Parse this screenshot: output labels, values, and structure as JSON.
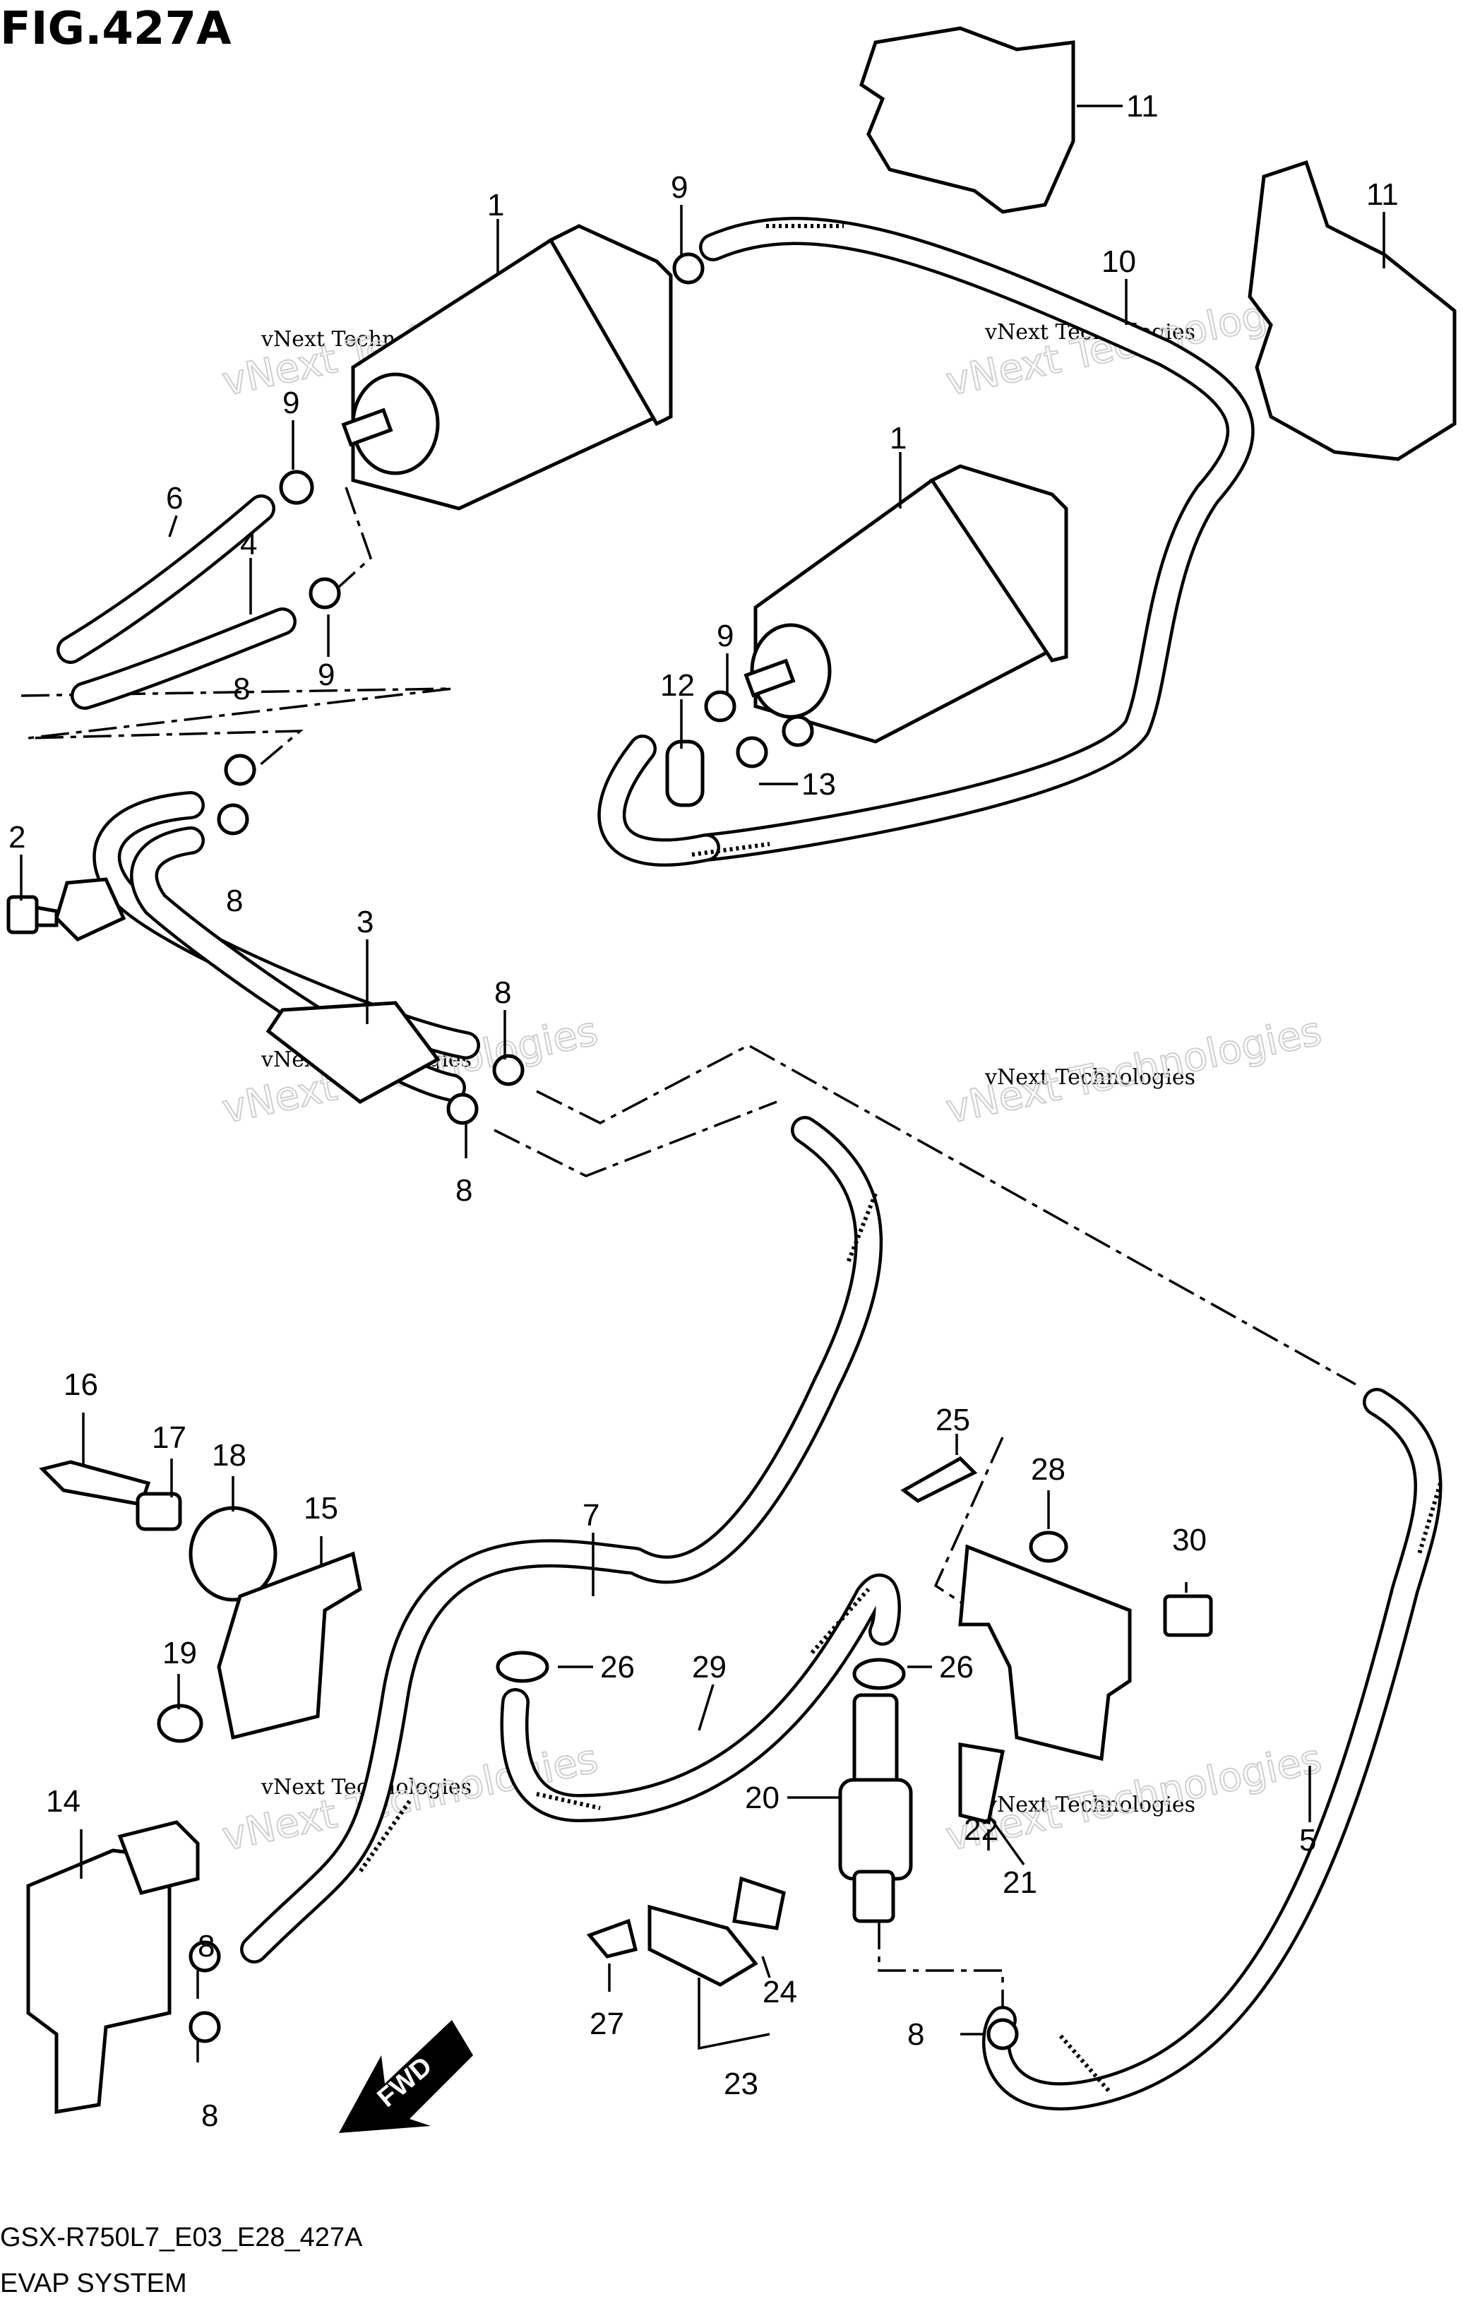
{
  "figure": {
    "title": "FIG.427A",
    "model_code": "GSX-R750L7_E03_E28_427A",
    "caption": "EVAP SYSTEM",
    "fwd_label": "FWD",
    "watermark_line1": "vNext Technologies",
    "watermark_line2": "vNext Technologies"
  },
  "callouts": [
    {
      "id": "c1a",
      "text": "1"
    },
    {
      "id": "c1b",
      "text": "1"
    },
    {
      "id": "c2",
      "text": "2"
    },
    {
      "id": "c3",
      "text": "3"
    },
    {
      "id": "c4",
      "text": "4"
    },
    {
      "id": "c5",
      "text": "5"
    },
    {
      "id": "c6",
      "text": "6"
    },
    {
      "id": "c7",
      "text": "7"
    },
    {
      "id": "c8a",
      "text": "8"
    },
    {
      "id": "c8b",
      "text": "8"
    },
    {
      "id": "c8c",
      "text": "8"
    },
    {
      "id": "c8d",
      "text": "8"
    },
    {
      "id": "c8e",
      "text": "8"
    },
    {
      "id": "c8f",
      "text": "8"
    },
    {
      "id": "c8g",
      "text": "8"
    },
    {
      "id": "c9a",
      "text": "9"
    },
    {
      "id": "c9b",
      "text": "9"
    },
    {
      "id": "c9c",
      "text": "9"
    },
    {
      "id": "c9d",
      "text": "9"
    },
    {
      "id": "c10",
      "text": "10"
    },
    {
      "id": "c11a",
      "text": "11"
    },
    {
      "id": "c11b",
      "text": "11"
    },
    {
      "id": "c12",
      "text": "12"
    },
    {
      "id": "c13",
      "text": "13"
    },
    {
      "id": "c14",
      "text": "14"
    },
    {
      "id": "c15",
      "text": "15"
    },
    {
      "id": "c16",
      "text": "16"
    },
    {
      "id": "c17",
      "text": "17"
    },
    {
      "id": "c18",
      "text": "18"
    },
    {
      "id": "c19",
      "text": "19"
    },
    {
      "id": "c20",
      "text": "20"
    },
    {
      "id": "c21",
      "text": "21"
    },
    {
      "id": "c22",
      "text": "22"
    },
    {
      "id": "c23",
      "text": "23"
    },
    {
      "id": "c24",
      "text": "24"
    },
    {
      "id": "c25",
      "text": "25"
    },
    {
      "id": "c26a",
      "text": "26"
    },
    {
      "id": "c26b",
      "text": "26"
    },
    {
      "id": "c27",
      "text": "27"
    },
    {
      "id": "c28",
      "text": "28"
    },
    {
      "id": "c29",
      "text": "29"
    },
    {
      "id": "c30",
      "text": "30"
    }
  ]
}
